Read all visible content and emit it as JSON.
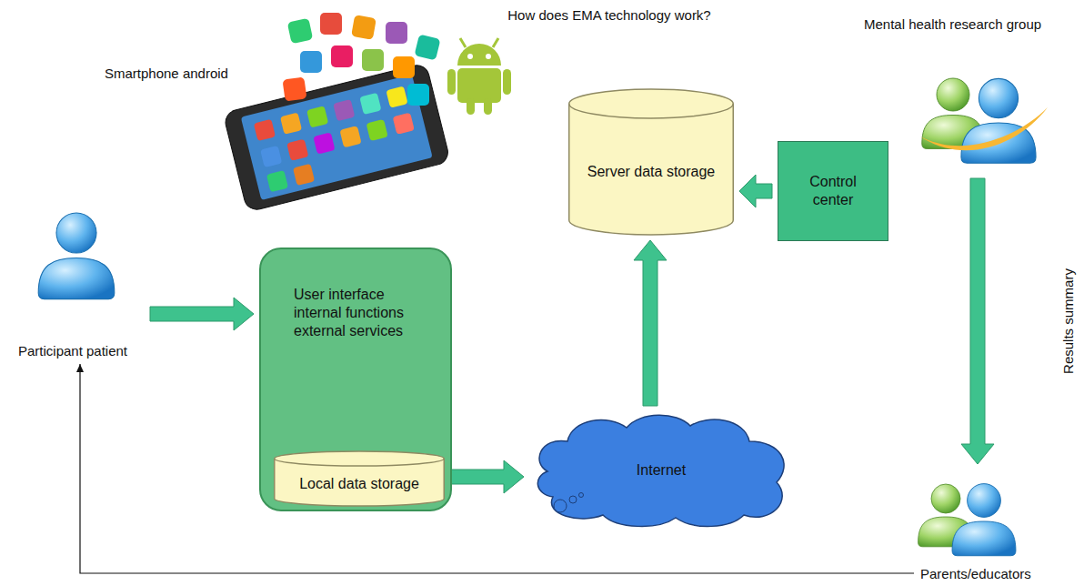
{
  "diagram": {
    "title": "How does EMA technology work?",
    "nodes": [
      {
        "text": [
          "Participant patient"
        ]
      },
      {
        "text": [
          "User interface internal functions external services"
        ]
      },
      {
        "text": [
          "Local data storage"
        ],
        "in": 1
      },
      {
        "text": [
          "Internet"
        ]
      },
      {
        "text": [
          "Server data storage"
        ]
      },
      {
        "text": [
          "Control center"
        ]
      },
      {
        "text": [
          "Mental health research group"
        ]
      },
      {
        "text": [
          "Parents/educators"
        ]
      }
    ],
    "edges": [
      {
        "from": 0,
        "to": 1,
        "arrow": "to"
      },
      {
        "from": 2,
        "to": 3,
        "arrow": "to"
      },
      {
        "from": 3,
        "to": 4,
        "arrow": "to"
      },
      {
        "from": 5,
        "to": 4,
        "arrow": "to"
      },
      {
        "from": 6,
        "to": 7,
        "label": "Results summary",
        "arrow": "to"
      },
      {
        "from": 7,
        "to": 0,
        "arrow": "to"
      }
    ],
    "labels": [
      "Smartphone android"
    ]
  }
}
